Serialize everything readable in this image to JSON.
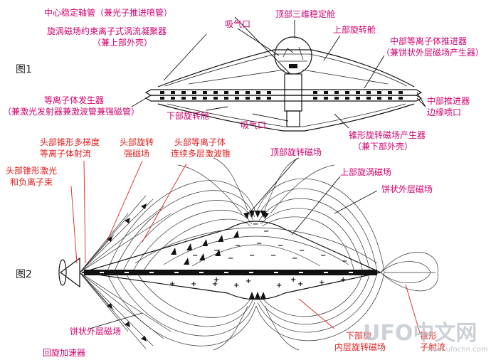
{
  "figure1": {
    "label": "图1",
    "callouts": {
      "center_axis": "中心稳定轴管（兼光子推进喷管）",
      "vortex_line1": "旋涡磁场约束离子式涡流凝聚器",
      "vortex_line2": "（兼上部外壳）",
      "intake_top": "吸气口",
      "top_cabin": "顶部三维稳定舱",
      "upper_cabin": "上部旋转舱",
      "mid_thruster_line1": "中部等离子体推进器",
      "mid_thruster_line2": "（兼饼状外层磁场产生器）",
      "plasma_gen_line1": "等离子体发生器",
      "plasma_gen_line2": "（兼激光发射器兼激波管兼强磁管）",
      "lower_cabin": "下部旋转舱",
      "intake_bottom": "吸气口",
      "edge_nozzle_line1": "中部推进器",
      "edge_nozzle_line2": "边缘喷口",
      "cone_field_line1": "锥形旋转磁场产生器",
      "cone_field_line2": "（兼下部外壳）"
    }
  },
  "figure2": {
    "label": "图2",
    "callouts": {
      "head_laser_line1": "头部锥形激光",
      "head_laser_line2": "和负离子束",
      "head_jet_line1": "头部锥形多梯度",
      "head_jet_line2": "等离子体射流",
      "head_strong_line1": "头部旋转",
      "head_strong_line2": "强磁场",
      "head_wave_line1": "头部等离子体",
      "head_wave_line2": "连续多层激波锥",
      "top_field": "顶部旋转磁场",
      "upper_vortex": "上部旋涡磁场",
      "pie_outer_top": "饼状外层磁场",
      "pie_outer_bottom": "饼状外层磁场",
      "accelerator": "回旋加速器",
      "lower_inner_line1": "下部旋",
      "lower_inner_line2": "内层旋转磁场",
      "tail_line1": "锥形",
      "tail_line2": "子射流"
    },
    "symbols": {
      "plus": "+",
      "minus": "−"
    }
  },
  "watermark": {
    "logo": "UFO中文网",
    "url": "www.ufochn.com"
  },
  "colors": {
    "label_magenta": "#d1006f",
    "label_red": "#e0201f",
    "line": "#111111"
  }
}
